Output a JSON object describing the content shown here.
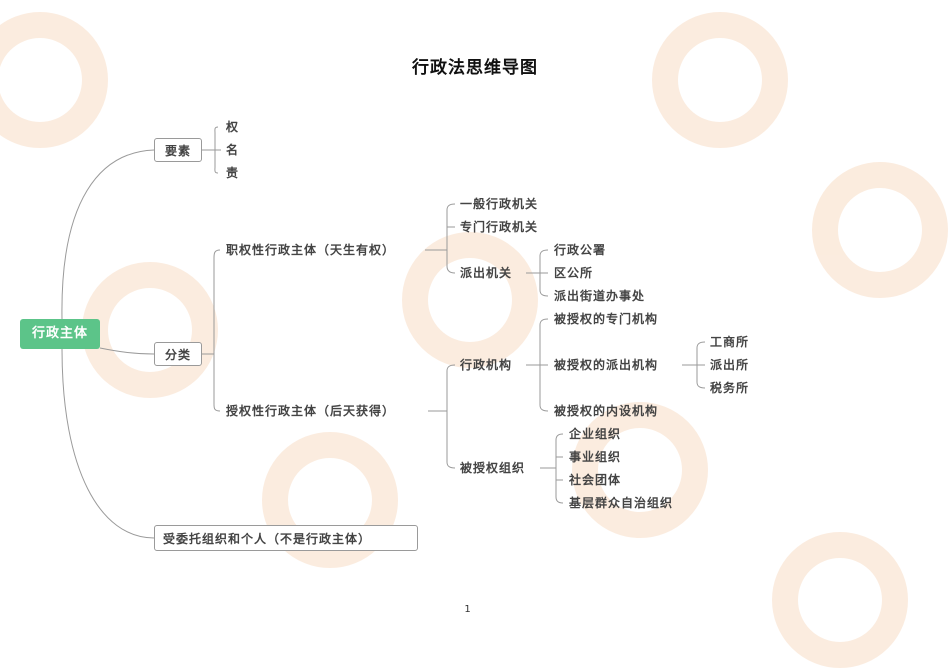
{
  "title": "行政法思维导图",
  "root": "行政主体",
  "elements": {
    "label": "要素",
    "items": [
      "权",
      "名",
      "责"
    ]
  },
  "classification": {
    "label": "分类",
    "functional": {
      "label": "职权性行政主体（天生有权）",
      "items": [
        "一般行政机关",
        "专门行政机关"
      ],
      "dispatched": {
        "label": "派出机关",
        "items": [
          "行政公署",
          "区公所",
          "派出街道办事处"
        ]
      }
    },
    "authorized": {
      "label": "授权性行政主体（后天获得）",
      "agencies": {
        "label": "行政机构",
        "special": "被授权的专门机构",
        "dispatched": {
          "label": "被授权的派出机构",
          "items": [
            "工商所",
            "派出所",
            "税务所"
          ]
        },
        "internal": "被授权的内设机构"
      },
      "orgs": {
        "label": "被授权组织",
        "items": [
          "企业组织",
          "事业组织",
          "社会团体",
          "基层群众自治组织"
        ]
      }
    }
  },
  "entrusted": "受委托组织和个人（不是行政主体）",
  "page_number": "1",
  "colors": {
    "root_fill": "#5cc489",
    "line": "#9a9a9a",
    "watermark": "#fbeadb"
  }
}
